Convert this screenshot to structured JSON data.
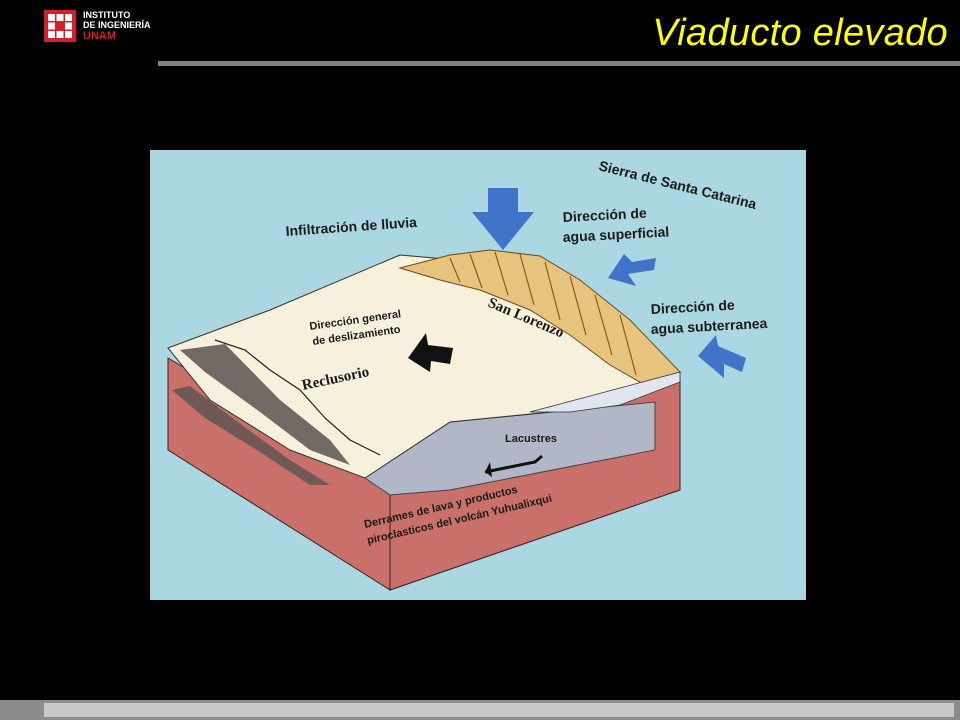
{
  "header": {
    "logo": {
      "line1": "INSTITUTO",
      "line2": "DE INGENIERÍA",
      "line3": "UNAM"
    },
    "title": "Viaducto elevado"
  },
  "diagram": {
    "labels": {
      "sierra": "Sierra de Santa Catarina",
      "infiltracion": "Infiltración de lluvia",
      "dir_superficial_1": "Dirección de",
      "dir_superficial_2": "agua superficial",
      "dir_subterranea_1": "Dirección de",
      "dir_subterranea_2": "agua subterranea",
      "san_lorenzo": "San Lorenzo",
      "deslizamiento_1": "Dirección general",
      "deslizamiento_2": "de deslizamiento",
      "reclusorio": "Reclusorio",
      "lacustres": "Lacustres",
      "derrames_1": "Derrames de lava y productos",
      "derrames_2": "piroclasticos del  volcán Yuhualixqui"
    },
    "colors": {
      "sky": "#aad7e1",
      "lava": "#c9706a",
      "plateau": "#f6f0dc",
      "lacustre": "#b2b7c8",
      "ridge": "#e6c47e",
      "arrow_blue": "#3f74c9"
    }
  }
}
